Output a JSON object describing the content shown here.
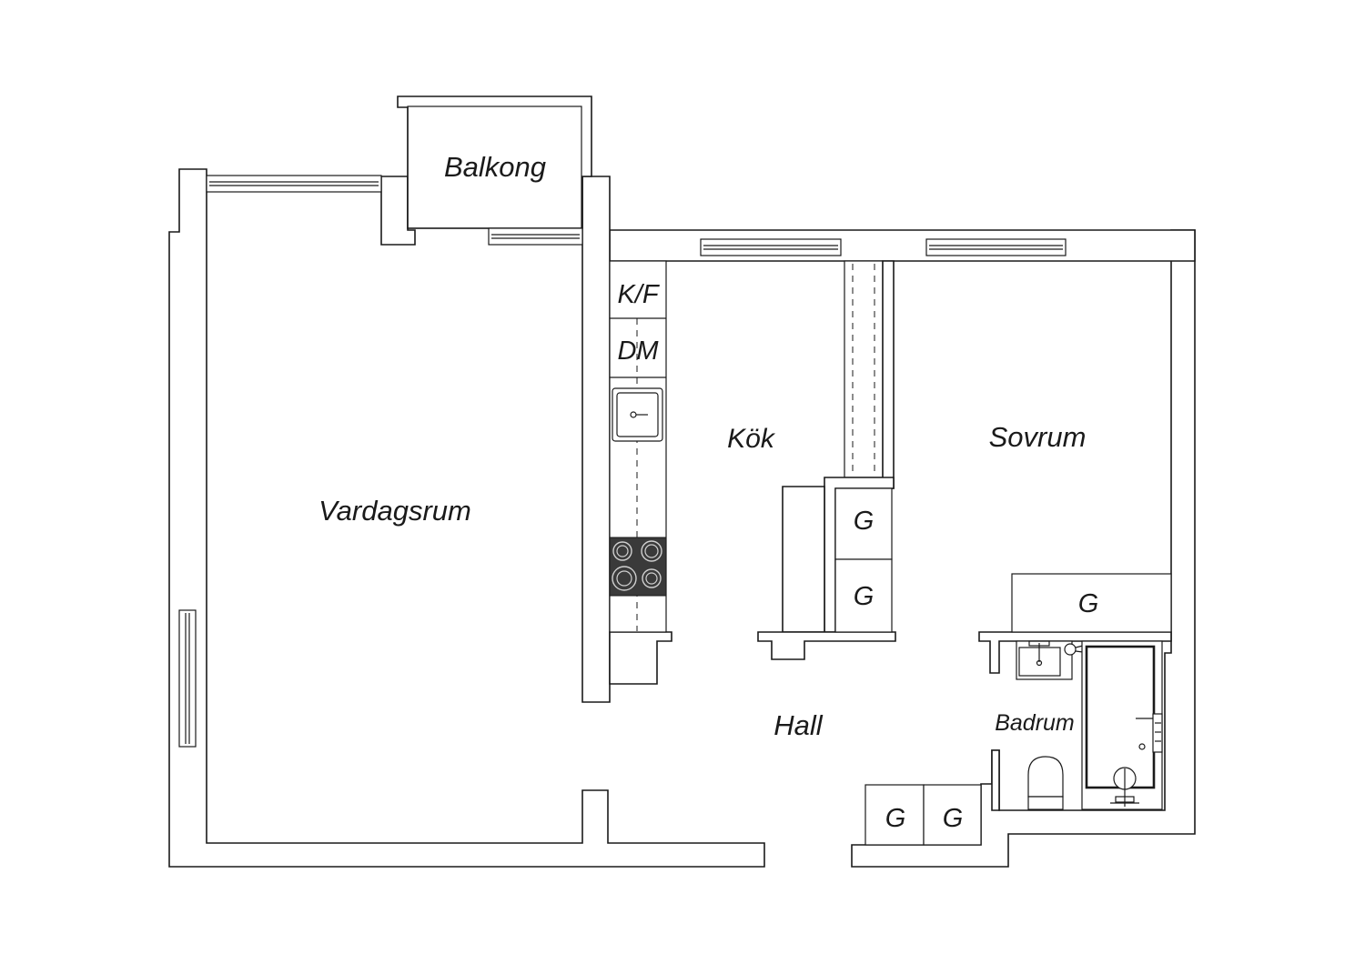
{
  "rooms": {
    "balkong": "Balkong",
    "vardagsrum": "Vardagsrum",
    "kok": "Kök",
    "sovrum": "Sovrum",
    "hall": "Hall",
    "badrum": "Badrum"
  },
  "fixtures": {
    "fridge_freezer": "K/F",
    "dishwasher": "DM",
    "wardrobe": "G"
  },
  "colors": {
    "line": "#1a1a1a",
    "background": "#ffffff",
    "stove": "#3a3a3a"
  }
}
